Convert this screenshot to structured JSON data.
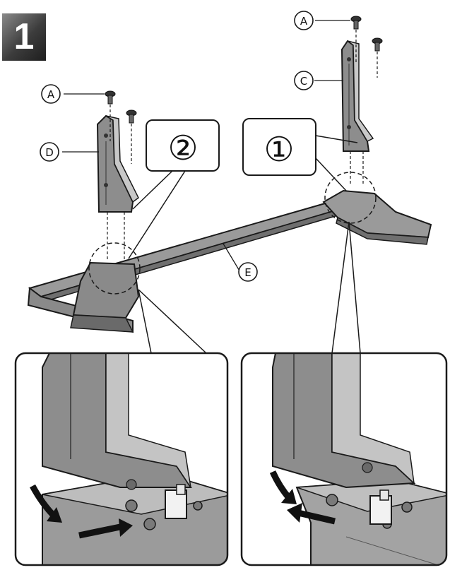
{
  "step_number": "1",
  "labels": {
    "screw_a": "A",
    "bracket_c": "C",
    "bracket_d": "D",
    "base_e": "E"
  },
  "callouts": {
    "step_right": "①",
    "step_left": "②"
  },
  "colors": {
    "part_fill": "#8d8d8d",
    "part_fill_light": "#c8c8c8",
    "outline": "#1a1a1a",
    "arrow": "#111111"
  }
}
